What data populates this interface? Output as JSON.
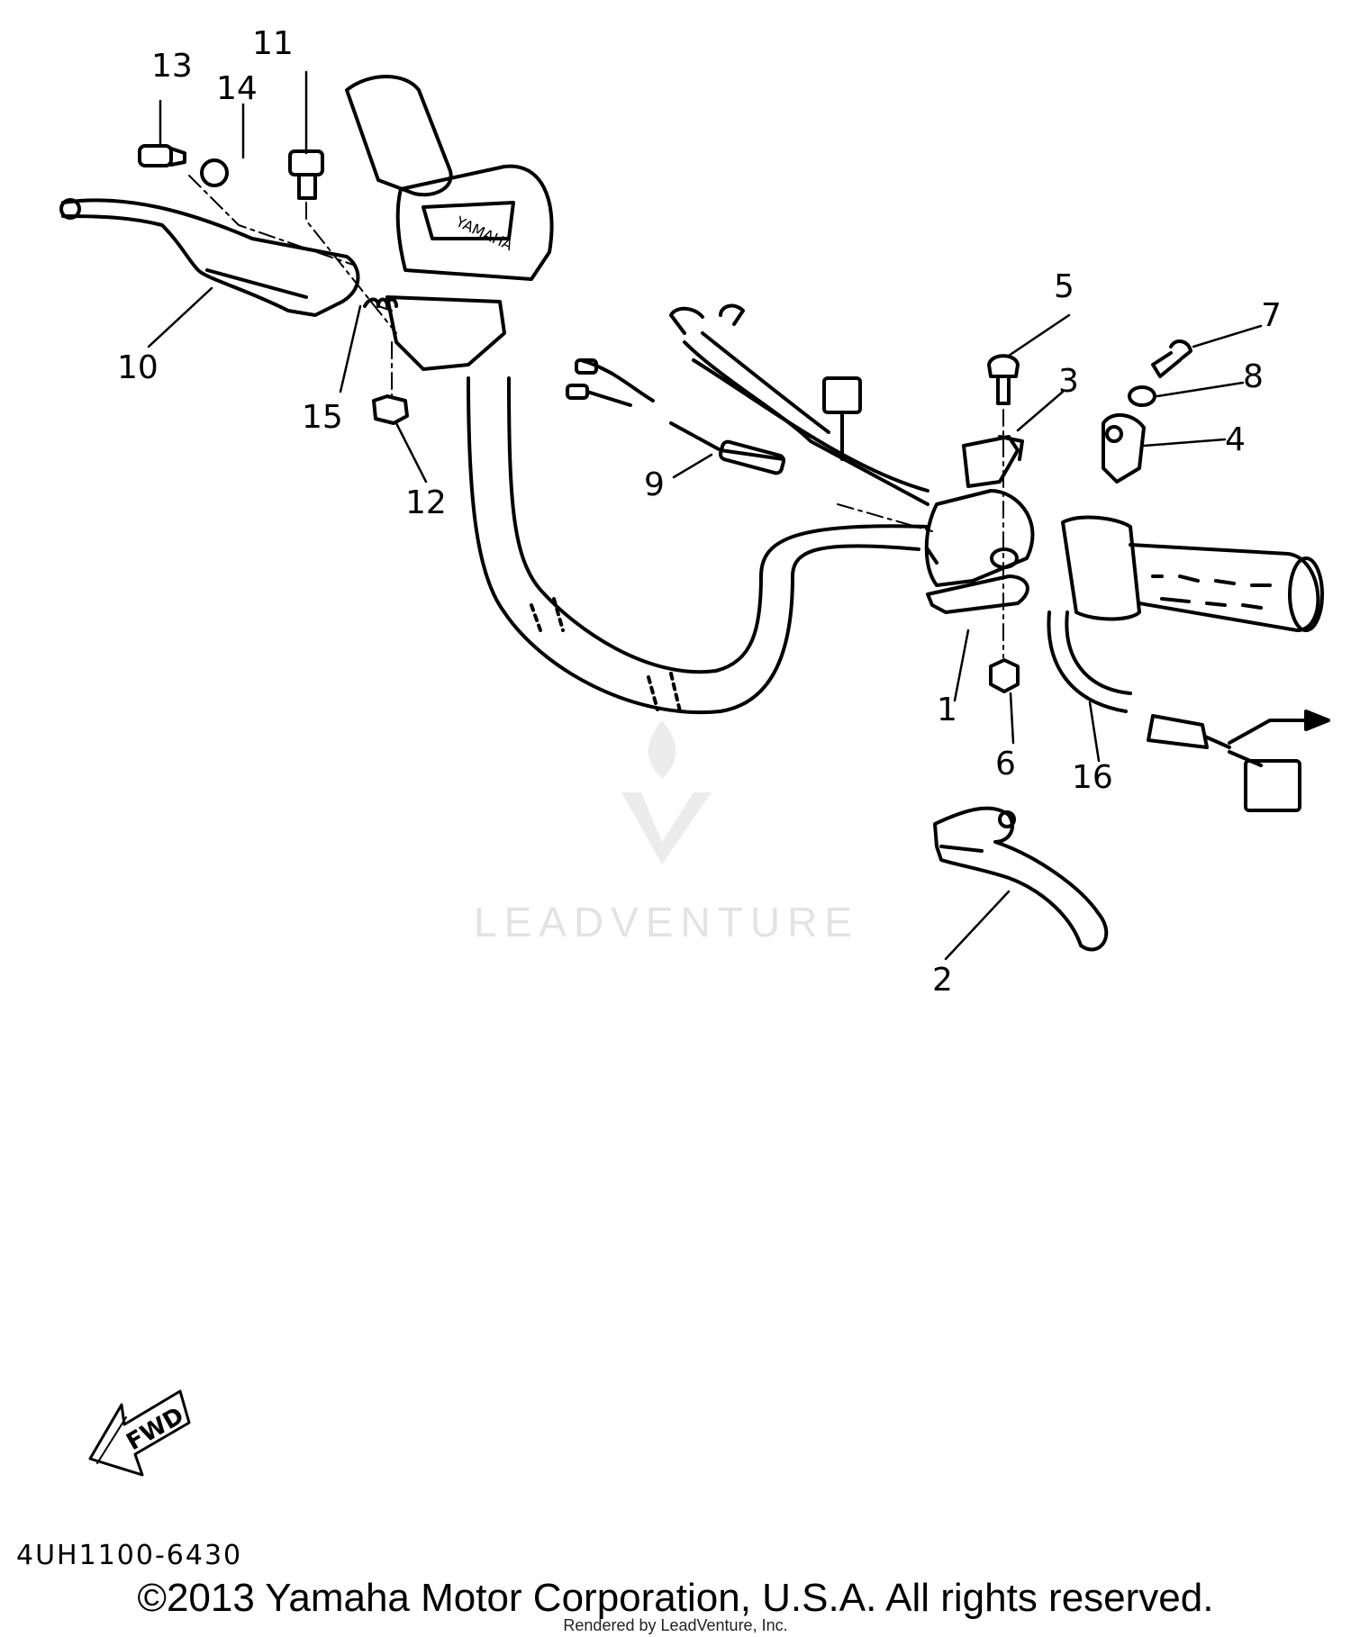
{
  "callouts": [
    {
      "id": "1",
      "label": "1"
    },
    {
      "id": "2",
      "label": "2"
    },
    {
      "id": "3",
      "label": "3"
    },
    {
      "id": "4",
      "label": "4"
    },
    {
      "id": "5",
      "label": "5"
    },
    {
      "id": "6",
      "label": "6"
    },
    {
      "id": "7",
      "label": "7"
    },
    {
      "id": "8",
      "label": "8"
    },
    {
      "id": "9",
      "label": "9"
    },
    {
      "id": "10",
      "label": "10"
    },
    {
      "id": "11",
      "label": "11"
    },
    {
      "id": "12",
      "label": "12"
    },
    {
      "id": "13",
      "label": "13"
    },
    {
      "id": "14",
      "label": "14"
    },
    {
      "id": "15",
      "label": "15"
    },
    {
      "id": "16",
      "label": "16"
    }
  ],
  "grip_brand": "YAMAHA",
  "fwd_label": "FWD",
  "watermark": "LEADVENTURE",
  "reference_code": "4UH1100-6430",
  "copyright": "©2013 Yamaha Motor Corporation, U.S.A. All rights reserved.",
  "rendered_by": "Rendered by LeadVenture, Inc."
}
